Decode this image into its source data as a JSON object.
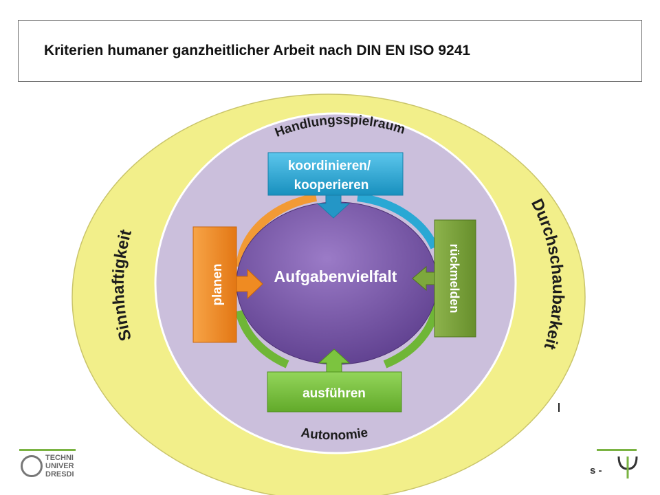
{
  "title": "Kriterien humaner ganzheitlicher Arbeit nach DIN EN ISO 9241",
  "outer_ring": {
    "left_label": "Sinnhaftigkeit",
    "right_label": "Durchschaubarkeit",
    "color": "#f3f08e"
  },
  "inner_ring": {
    "top_label": "Handlungsspielraum",
    "bottom_label": "Autonomie",
    "color": "#cbbfdc"
  },
  "center": {
    "label": "Aufgabenvielfalt",
    "color": "#7a5aa6"
  },
  "boxes": {
    "top": {
      "line1": "koordinieren/",
      "line2": "kooperieren",
      "color": "#2aa8d4"
    },
    "left": {
      "label": "planen",
      "color": "#ee8b24"
    },
    "right": {
      "label": "rückmelden",
      "color": "#78a03a"
    },
    "bottom": {
      "label": "ausführen",
      "color": "#7cc43f"
    }
  },
  "footer": {
    "left_logo_lines": [
      "TECHNI",
      "UNIVER",
      "DRESDI"
    ],
    "right_logo_text": "s -"
  }
}
